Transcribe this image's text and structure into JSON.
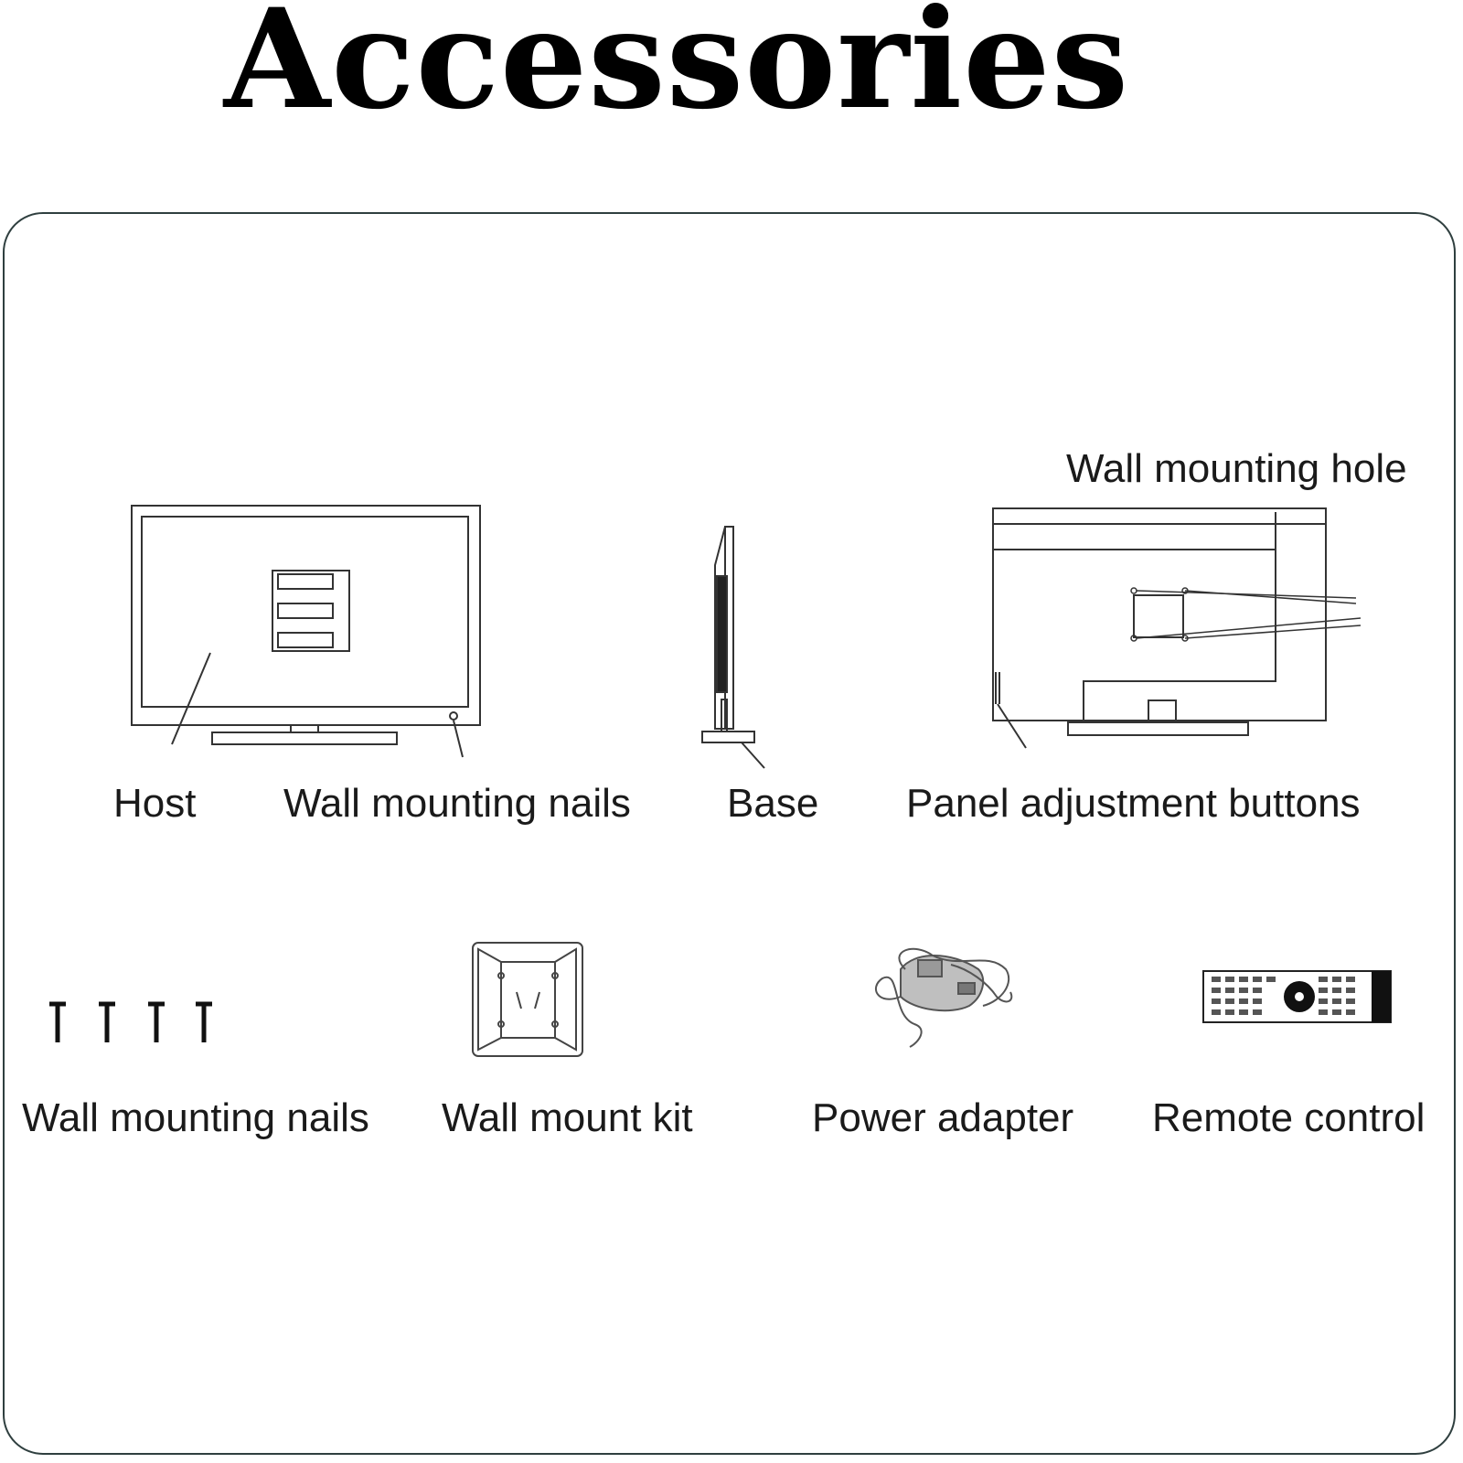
{
  "title": "Accessories",
  "labels": {
    "wall_mounting_hole": "Wall mounting hole",
    "host": "Host",
    "wall_mounting_nails_top": "Wall mounting nails",
    "base": "Base",
    "panel_adjustment_buttons": "Panel adjustment buttons",
    "wall_mounting_nails_bottom": "Wall mounting nails",
    "wall_mount_kit": "Wall mount kit",
    "power_adapter": "Power adapter",
    "remote_control": "Remote control"
  }
}
